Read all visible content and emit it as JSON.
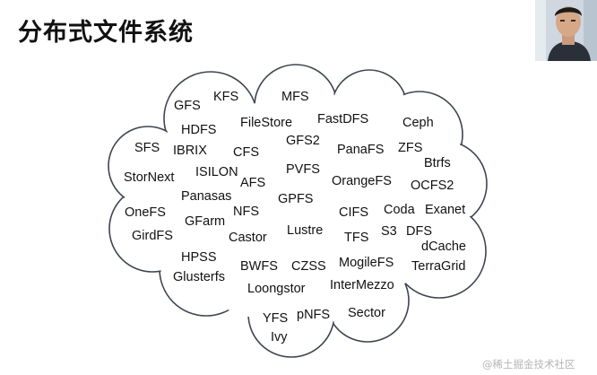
{
  "slide": {
    "title": "分布式文件系统"
  },
  "cloud": {
    "labels": [
      "GFS",
      "KFS",
      "MFS",
      "HDFS",
      "FileStore",
      "FastDFS",
      "Ceph",
      "SFS",
      "IBRIX",
      "CFS",
      "GFS2",
      "PanaFS",
      "ZFS",
      "Btrfs",
      "StorNext",
      "ISILON",
      "AFS",
      "PVFS",
      "OrangeFS",
      "OCFS2",
      "Panasas",
      "GPFS",
      "OneFS",
      "GFarm",
      "NFS",
      "CIFS",
      "Coda",
      "Exanet",
      "GirdFS",
      "Castor",
      "Lustre",
      "TFS",
      "S3",
      "DFS",
      "dCache",
      "HPSS",
      "Glusterfs",
      "BWFS",
      "CZSS",
      "MogileFS",
      "TerraGrid",
      "Loongstor",
      "InterMezzo",
      "YFS",
      "pNFS",
      "Sector",
      "Ivy"
    ]
  },
  "watermark": "@稀土掘金技术社区",
  "colors": {
    "cloud_stroke": "#3f4550",
    "text": "#111111",
    "watermark": "#b5b5b5"
  }
}
